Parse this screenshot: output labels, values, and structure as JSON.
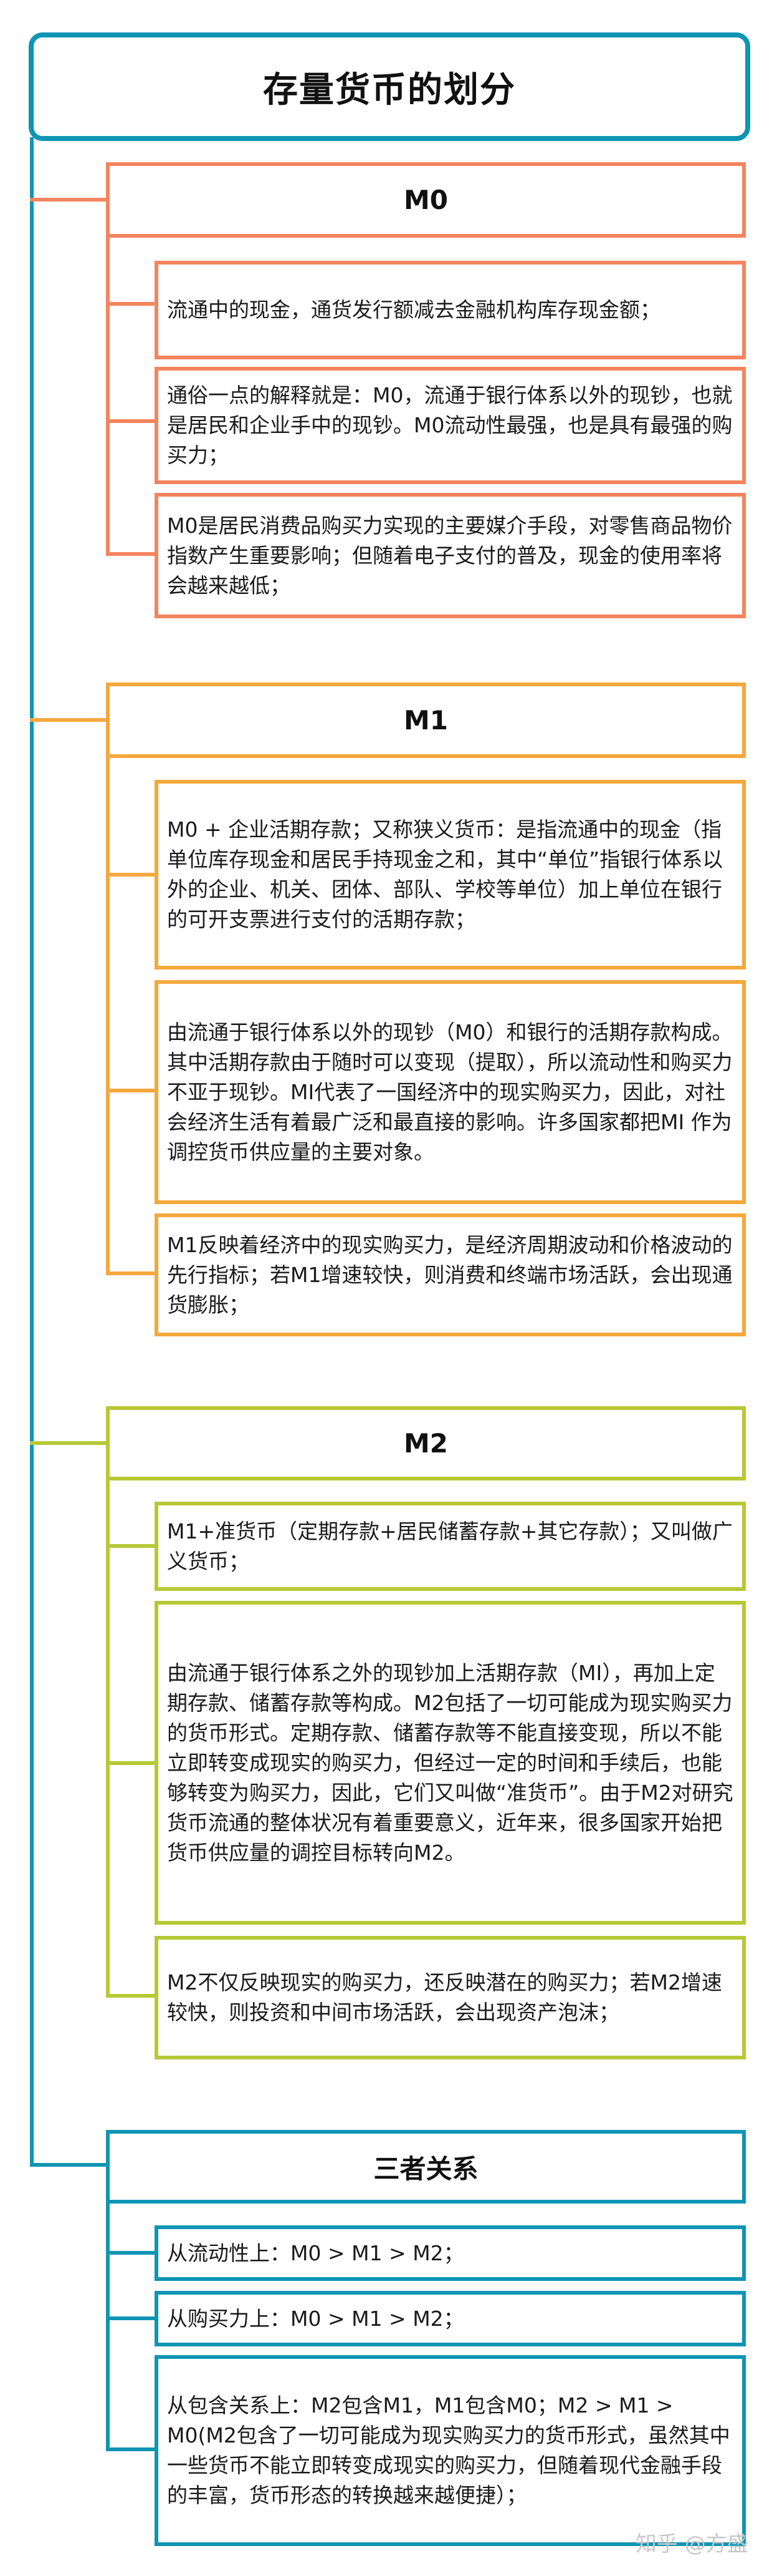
{
  "title": "存量货币的划分",
  "colors": {
    "trunk": "#0e95b3",
    "m0": "#f4845e",
    "m1": "#f5a83c",
    "m2": "#b6c935",
    "relation": "#0e95b3"
  },
  "sections": [
    {
      "id": "m0",
      "heading": "M0",
      "items": [
        "流通中的现金，通货发行额减去金融机构库存现金额；",
        "通俗一点的解释就是：M0，流通于银行体系以外的现钞，也就是居民和企业手中的现钞。M0流动性最强，也是具有最强的购买力；",
        "M0是居民消费品购买力实现的主要媒介手段，对零售商品物价指数产生重要影响；但随着电子支付的普及，现金的使用率将会越来越低；"
      ]
    },
    {
      "id": "m1",
      "heading": "M1",
      "items": [
        "M0 + 企业活期存款；又称狭义货币：是指流通中的现金（指单位库存现金和居民手持现金之和，其中“单位”指银行体系以外的企业、机关、团体、部队、学校等单位）加上单位在银行的可开支票进行支付的活期存款；",
        "由流通于银行体系以外的现钞（M0）和银行的活期存款构成。其中活期存款由于随时可以变现（提取），所以流动性和购买力不亚于现钞。MI代表了一国经济中的现实购买力，因此，对社会经济生活有着最广泛和最直接的影响。许多国家都把MI 作为调控货币供应量的主要对象。",
        "M1反映着经济中的现实购买力，是经济周期波动和价格波动的先行指标；若M1增速较快，则消费和终端市场活跃，会出现通货膨胀；"
      ]
    },
    {
      "id": "m2",
      "heading": "M2",
      "items": [
        "M1+准货币（定期存款+居民储蓄存款+其它存款）；又叫做广义货币；",
        "由流通于银行体系之外的现钞加上活期存款（MI），再加上定期存款、储蓄存款等构成。M2包括了一切可能成为现实购买力的货币形式。定期存款、储蓄存款等不能直接变现，所以不能立即转变成现实的购买力，但经过一定的时间和手续后，也能够转变为购买力，因此，它们又叫做“准货币”。由于M2对研究货币流通的整体状况有着重要意义，近年来，很多国家开始把货币供应量的调控目标转向M2。",
        "M2不仅反映现实的购买力，还反映潜在的购买力；若M2增速较快，则投资和中间市场活跃，会出现资产泡沫；"
      ]
    },
    {
      "id": "relation",
      "heading": "三者关系",
      "items": [
        "从流动性上：M0 > M1 > M2；",
        "从购买力上：M0 > M1 > M2；",
        "从包含关系上：M2包含M1，M1包含M0；M2 > M1 > M0(M2包含了一切可能成为现实购买力的货币形式，虽然其中一些货币不能立即转变成现实的购买力，但随着现代金融手段的丰富，货币形态的转换越来越便捷）；"
      ]
    }
  ],
  "watermark": "知乎 @方盛"
}
